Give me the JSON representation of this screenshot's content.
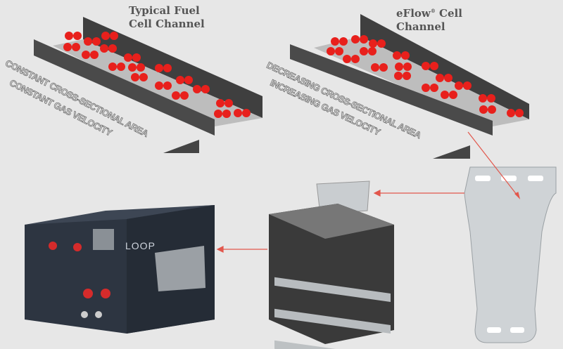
{
  "left_panel": {
    "title_line1": "Typical Fuel",
    "title_line2": "Cell Channel",
    "label_area": "CONSTANT CROSS-SECTIONAL AREA",
    "label_velocity": "CONSTANT GAS VELOCITY"
  },
  "right_panel": {
    "title_line1": "eFlow",
    "title_sup": "®",
    "title_line1_rest": " Cell",
    "title_line2": "Channel",
    "label_area": "DECREASING CROSS-SECTIONAL AREA",
    "label_velocity": "INCREASING GAS VELOCITY"
  },
  "product": {
    "logo": "LOOP"
  },
  "colors": {
    "wall": "#474747",
    "floor": "#b9b9b9",
    "molecule": "#e8201c",
    "arrow": "#e2574c",
    "box": "#2c3440"
  }
}
